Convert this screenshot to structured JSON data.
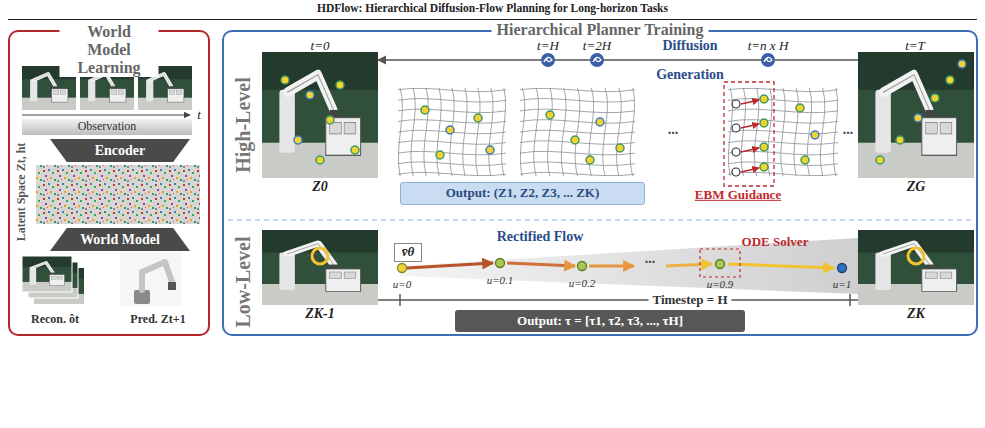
{
  "diagram": {
    "title": "HDFlow: Hierarchical Diffusion-Flow Planning for Long-horizon Tasks",
    "nodes": [
      {
        "text": [
          "World Model Learning"
        ]
      },
      {
        "text": [
          "Observation"
        ],
        "in": 0
      },
      {
        "text": [
          "Encoder"
        ],
        "in": 0
      },
      {
        "text": [
          "World Model"
        ],
        "in": 0
      },
      {
        "text": [
          "Hierarchical Planner Training"
        ]
      },
      {
        "text": [
          "Z0"
        ],
        "in": 4
      },
      {
        "text": [
          "ZG"
        ],
        "in": 4
      },
      {
        "text": [
          "Output: (Z1, Z2, Z3, ... ZK)"
        ],
        "in": 4
      },
      {
        "text": [
          "ZK-1"
        ],
        "in": 4
      },
      {
        "text": [
          "v̄θ"
        ],
        "in": 4
      },
      {
        "text": [
          "ZK"
        ],
        "in": 4
      },
      {
        "text": [
          "Output: τ = [τ1, τ2, τ3, ..., τH]"
        ],
        "in": 4
      }
    ],
    "edges": [
      {
        "from": 6,
        "to": 5,
        "arrow": "to"
      },
      {
        "from": 8,
        "to": 10,
        "label": "Timestep = H",
        "arrow": "none"
      }
    ],
    "labels": [
      "t",
      "Latent Space Zt, ht",
      "Recon. ôt",
      "Pred. Zt+1",
      "High-Level",
      "t=0",
      "t=H",
      "t=2H",
      "Diffusion",
      "t=n x H",
      "t=T",
      "Generation",
      "...",
      "...",
      "EBM Guidance",
      "Low-Level",
      "Rectified Flow",
      "u=0",
      "u=0.1",
      "u=0.2",
      "...",
      "u=0.9",
      "u=1",
      "ODE Solver"
    ]
  }
}
